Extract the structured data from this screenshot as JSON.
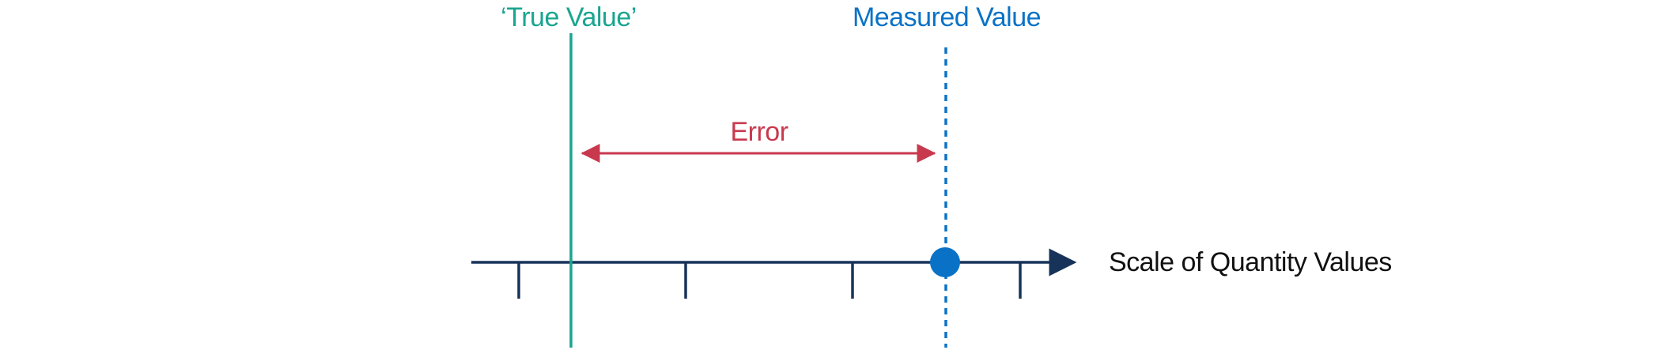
{
  "labels": {
    "true_value": "‘True Value’",
    "measured_value": "Measured Value",
    "error": "Error",
    "scale": "Scale of Quantity Values"
  },
  "colors": {
    "true_value": "#1aa58f",
    "measured_value": "#0a72c6",
    "error": "#c8394e",
    "axis": "#17335a",
    "scale_text": "#111111"
  },
  "icons": {
    "axis_arrow": "arrow-right-icon",
    "error_arrows": "double-arrow-icon",
    "measurement_point": "filled-circle-icon"
  }
}
